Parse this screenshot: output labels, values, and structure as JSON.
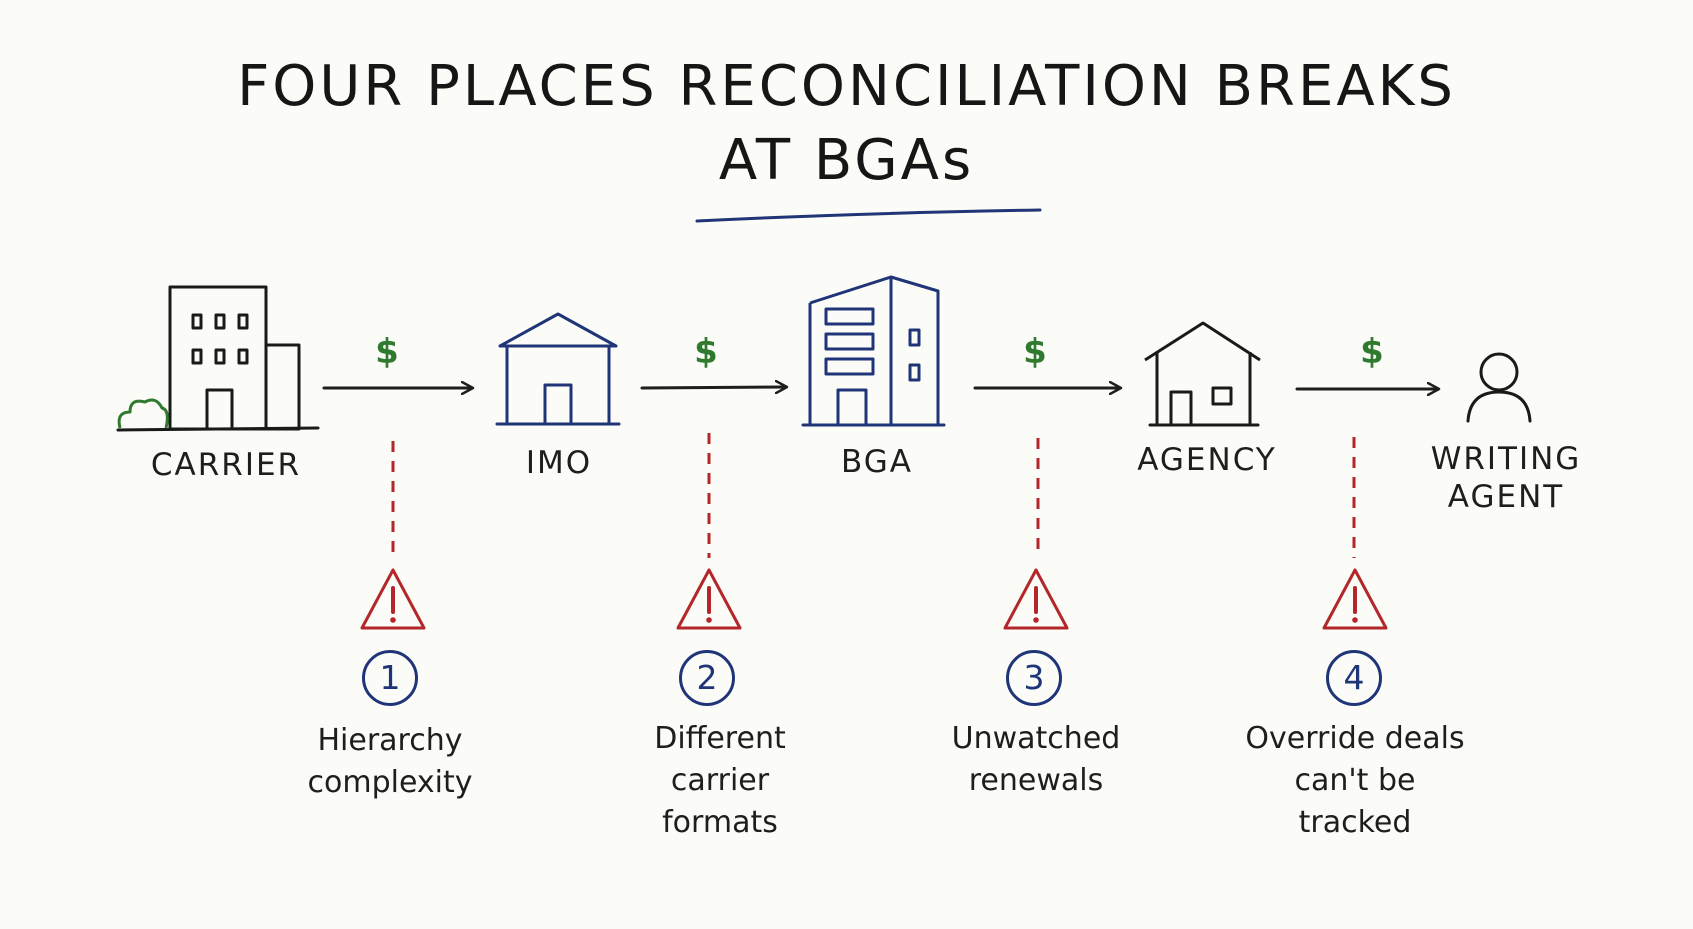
{
  "title": {
    "line1": "FOUR PLACES RECONCILIATION BREAKS",
    "line2": "AT BGAs"
  },
  "colors": {
    "ink": "#1e1e1e",
    "building_blue": "#1f3578",
    "dollar_green": "#2f7a2f",
    "warning_red": "#b3262a"
  },
  "nodes": [
    {
      "label": "CARRIER",
      "icon": "office-building-icon"
    },
    {
      "label": "IMO",
      "icon": "warehouse-icon"
    },
    {
      "label": "BGA",
      "icon": "tall-building-icon"
    },
    {
      "label": "AGENCY",
      "icon": "house-icon"
    },
    {
      "label": "WRITING\nAGENT",
      "icon": "person-icon"
    }
  ],
  "flows": [
    {
      "symbol": "$"
    },
    {
      "symbol": "$"
    },
    {
      "symbol": "$"
    },
    {
      "symbol": "$"
    }
  ],
  "breaks": [
    {
      "number": "1",
      "text": "Hierarchy\ncomplexity",
      "icon": "warning-icon"
    },
    {
      "number": "2",
      "text": "Different\ncarrier\nformats",
      "icon": "warning-icon"
    },
    {
      "number": "3",
      "text": "Unwatched\nrenewals",
      "icon": "warning-icon"
    },
    {
      "number": "4",
      "text": "Override deals\ncan't be\ntracked",
      "icon": "warning-icon"
    }
  ]
}
